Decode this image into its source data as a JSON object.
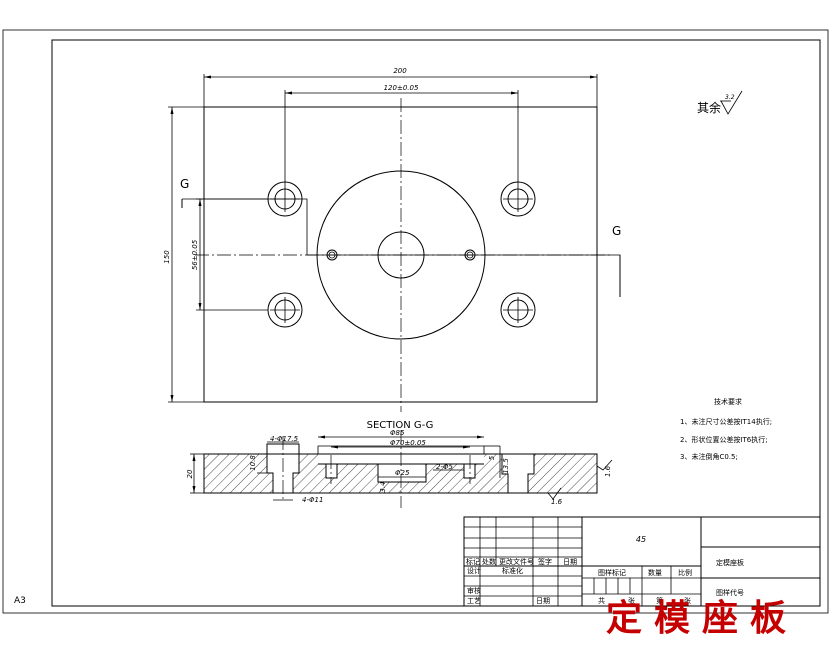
{
  "sheet": {
    "size_label": "A3"
  },
  "plan_view": {
    "dim_length": "200",
    "dim_hole_spacing_x": "120±0.05",
    "dim_width": "150",
    "dim_hole_spacing_y": "56±0.05",
    "cut_label_left": "G",
    "cut_label_right": "G",
    "roughness_prefix": "其余",
    "roughness_value": "3.2"
  },
  "section_view": {
    "title": "SECTION  G-G",
    "dim_counterbore": "4-Φ17.5",
    "dim_counterbore_depth": "10.8",
    "dim_through_hole": "4-Φ11",
    "dim_outer_diameter": "Φ85",
    "dim_pin_spacing": "Φ70±0.05",
    "dim_center_bore": "Φ25",
    "dim_center_depth": "3.4",
    "dim_pin_holes": "2-Φ5",
    "dim_pin_depth": "5",
    "dim_pin_depth2": "13.5",
    "dim_thickness": "20",
    "roughness_right": "1.6",
    "roughness_bottom": "1.6"
  },
  "tech_requirements": {
    "title": "技术要求",
    "items": [
      "1、未注尺寸公差按IT14执行;",
      "2、形状位置公差按IT6执行;",
      "3、未注倒角C0.5;"
    ]
  },
  "title_block": {
    "material": "45",
    "part_name": "定模座板",
    "drawing_no_label": "图样代号",
    "rev_headers": [
      "标记",
      "处数",
      "更改文件号",
      "签字",
      "日期"
    ],
    "designer_label": "设计",
    "standardize_label": "标准化",
    "check_label": "审核",
    "process_label": "工艺",
    "date_label": "日期",
    "stage_label": "图样标记",
    "weight_label": "数量",
    "scale_label": "比例",
    "total_label": "共",
    "sheet_label": "张",
    "page_label": "第"
  },
  "watermark": {
    "text": "定模座板"
  }
}
